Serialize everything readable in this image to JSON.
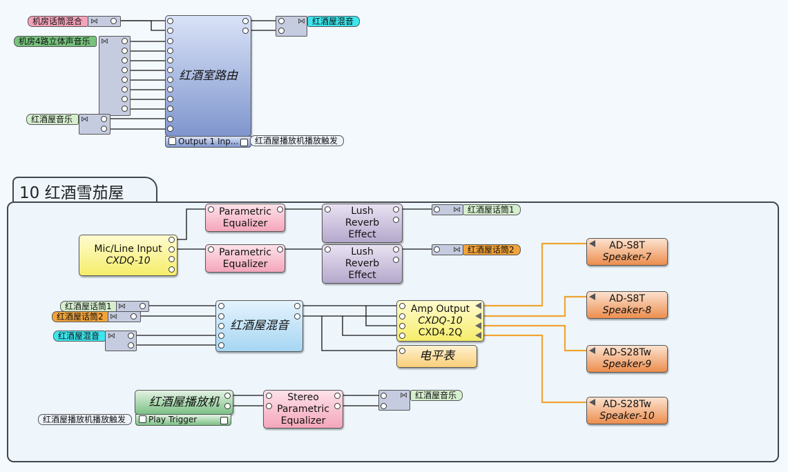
{
  "top": {
    "router_title": "红酒室路由",
    "router_footer": "Output 1 Inp...",
    "in_tag_1": "机房话筒混合",
    "in_tag_2": "机房4路立体声音乐",
    "in_tag_3": "红酒屋音乐",
    "out_tag_1": "红酒屋混音",
    "footer_tag": "红酒屋播放机播放触发"
  },
  "room": {
    "title": "10 红酒雪茄屋"
  },
  "blocks": {
    "peq1_line1": "Parametric",
    "peq1_line2": "Equalizer",
    "peq2_line1": "Parametric",
    "peq2_line2": "Equalizer",
    "rev1_line1": "Lush",
    "rev1_line2": "Reverb",
    "rev1_line3": "Effect",
    "rev2_line1": "Lush",
    "rev2_line2": "Reverb",
    "rev2_line3": "Effect",
    "mic_line1": "Mic/Line Input",
    "mic_line2": "CXDQ-10",
    "mixer_title": "红酒屋混音",
    "amp_line1": "Amp Output",
    "amp_line2": "CXDQ-10",
    "amp_line3": "CXD4.2Q",
    "meter_title": "电平表",
    "player_title": "红酒屋播放机",
    "player_footer": "Play Trigger",
    "speq_line1": "Stereo",
    "speq_line2": "Parametric",
    "speq_line3": "Equalizer",
    "spk1_model": "AD-S8T",
    "spk1_name": "Speaker-7",
    "spk2_model": "AD-S8T",
    "spk2_name": "Speaker-8",
    "spk3_model": "AD-S28Tw",
    "spk3_name": "Speaker-9",
    "spk4_model": "AD-S28Tw",
    "spk4_name": "Speaker-10"
  },
  "tags": {
    "mic1_out": "红酒屋话筒1",
    "mic2_out": "红酒屋话筒2",
    "mix_in_1": "红酒屋话筒1",
    "mix_in_2": "红酒屋话筒2",
    "mix_in_3": "红酒屋混音",
    "music_out": "红酒屋音乐",
    "player_trigger": "红酒屋播放机播放触发"
  },
  "colors": {
    "speaker_wire": "#f0a330",
    "wire": "#111111"
  }
}
